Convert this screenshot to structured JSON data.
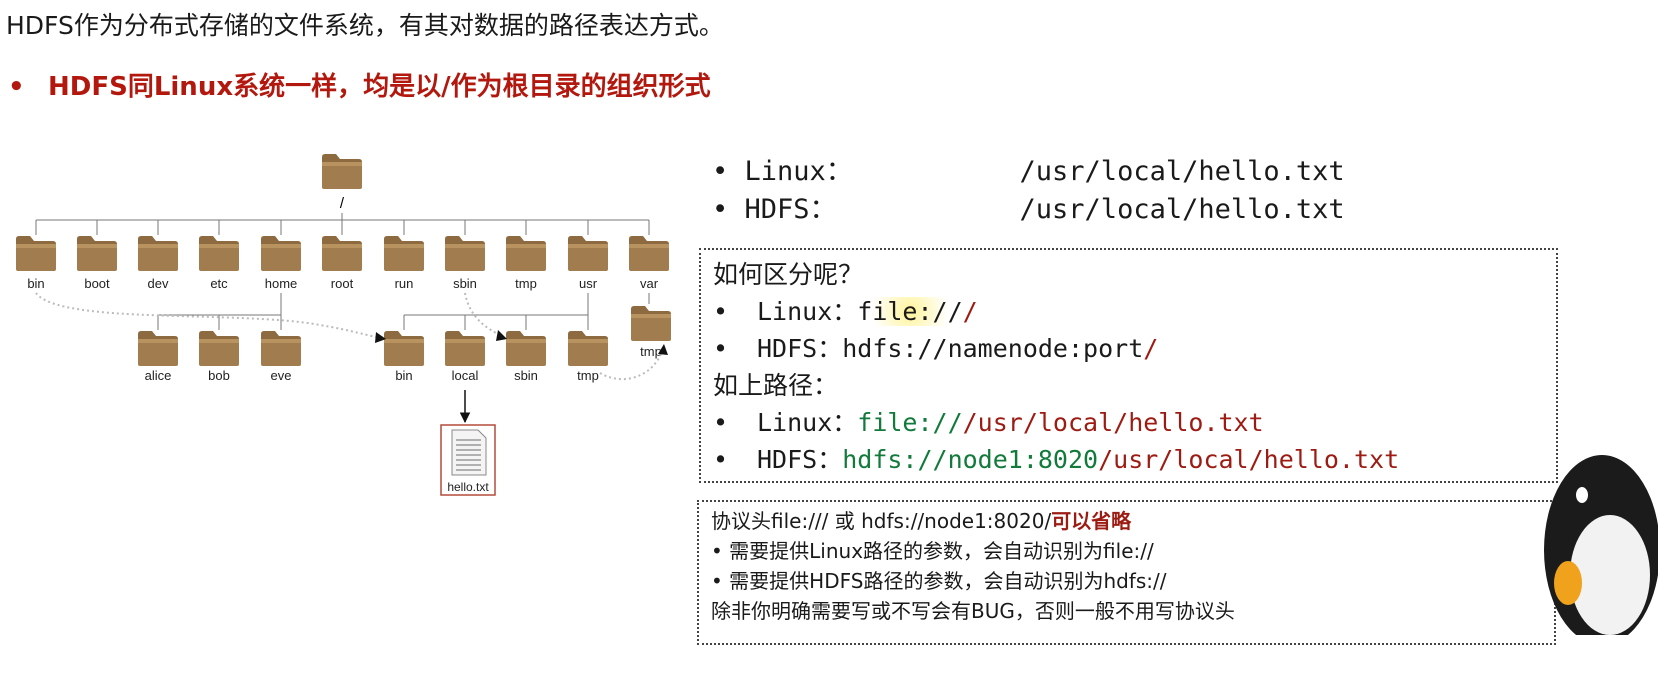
{
  "heading": {
    "text": "HDFS作为分布式存储的文件系统，有其对数据的路径表达方式。"
  },
  "bullet": {
    "symbol": "•",
    "text": "HDFS同Linux系统一样，均是以/作为根目录的组织形式"
  },
  "tree": {
    "root": "/",
    "top_level": [
      "bin",
      "boot",
      "dev",
      "etc",
      "home",
      "root",
      "run",
      "sbin",
      "tmp",
      "usr",
      "var"
    ],
    "home_children": [
      "alice",
      "bob",
      "eve"
    ],
    "usr_children": [
      "bin",
      "local",
      "sbin",
      "tmp"
    ],
    "var_children": [
      "tmp"
    ],
    "file": "hello.txt",
    "folder_color": "#a07c4e"
  },
  "paths": [
    {
      "bullet": "•",
      "label": "Linux：",
      "path": "/usr/local/hello.txt"
    },
    {
      "bullet": "•",
      "label": "HDFS：",
      "path": "/usr/local/hello.txt"
    }
  ],
  "box1": {
    "q1": "如何区分呢？",
    "linux_label": "Linux：",
    "linux_proto": "file://",
    "linux_slash": "/",
    "hdfs_label": "HDFS：",
    "hdfs_proto": "hdfs://namenode:port",
    "hdfs_slash": "/",
    "q2": "如上路径：",
    "ex_linux_label": "Linux：",
    "ex_linux_proto": "file://",
    "ex_linux_path": "/usr/local/hello.txt",
    "ex_hdfs_label": "HDFS：",
    "ex_hdfs_proto": "hdfs://node1:8020",
    "ex_hdfs_path": "/usr/local/hello.txt",
    "bullet": "•"
  },
  "box2": {
    "line1_a": "协议头file:/// 或 hdfs://node1:8020/",
    "line1_b": "可以省略",
    "line2": "• 需要提供Linux路径的参数，会自动识别为file://",
    "line3": "• 需要提供HDFS路径的参数，会自动识别为hdfs://",
    "line4": "除非你明确需要写或不写会有BUG，否则一般不用写协议头"
  },
  "colors": {
    "accent_red": "#b3180f",
    "proto_green": "#127a3a",
    "path_red": "#9c1b12"
  }
}
